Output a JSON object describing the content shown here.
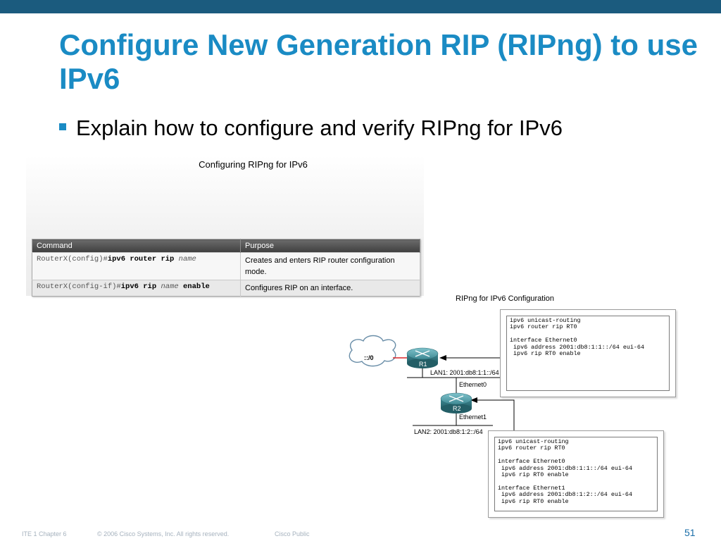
{
  "slide": {
    "title": "Configure New Generation RIP (RIPng) to use IPv6",
    "bullet": "Explain how to configure and verify RIPng for IPv6"
  },
  "table_figure": {
    "title": "Configuring RIPng for IPv6",
    "headers": [
      "Command",
      "Purpose"
    ],
    "rows": [
      {
        "prompt": "RouterX(config)#",
        "bold": "ipv6 router rip",
        "italic": "name",
        "bold2": "",
        "purpose": "Creates and enters RIP router configuration mode."
      },
      {
        "prompt": "RouterX(config-if)#",
        "bold": "ipv6 rip",
        "italic": "name",
        "bold2": "enable",
        "purpose": "Configures RIP on an interface."
      }
    ]
  },
  "diagram": {
    "title": "RIPng for IPv6 Configuration",
    "cloud_label": "::/0",
    "r1_label": "R1",
    "r2_label": "R2",
    "lan1_label": "LAN1: 2001:db8:1:1::/64",
    "r1_eth0_label": "Ethernet0",
    "r2_eth1_label": "Ethernet1",
    "lan2_label": "LAN2: 2001:db8:1:2::/64",
    "r1_config": "ipv6 unicast-routing\nipv6 router rip RT0\n\ninterface Ethernet0\n ipv6 address 2001:db8:1:1::/64 eui-64\n ipv6 rip RT0 enable",
    "r2_config": "ipv6 unicast-routing\nipv6 router rip RT0\n\ninterface Ethernet0\n ipv6 address 2001:db8:1:1::/64 eui-64\n ipv6 rip RT0 enable\n\ninterface Ethernet1\n ipv6 address 2001:db8:1:2::/64 eui-64\n ipv6 rip RT0 enable",
    "colors": {
      "router": "#3f8a94",
      "cloud_link": "#d8262a",
      "accent": "#1a8bc4"
    }
  },
  "footer": {
    "course": "ITE 1 Chapter 6",
    "copyright": "© 2006 Cisco Systems, Inc. All rights reserved.",
    "classification": "Cisco Public",
    "page_number": "51"
  }
}
